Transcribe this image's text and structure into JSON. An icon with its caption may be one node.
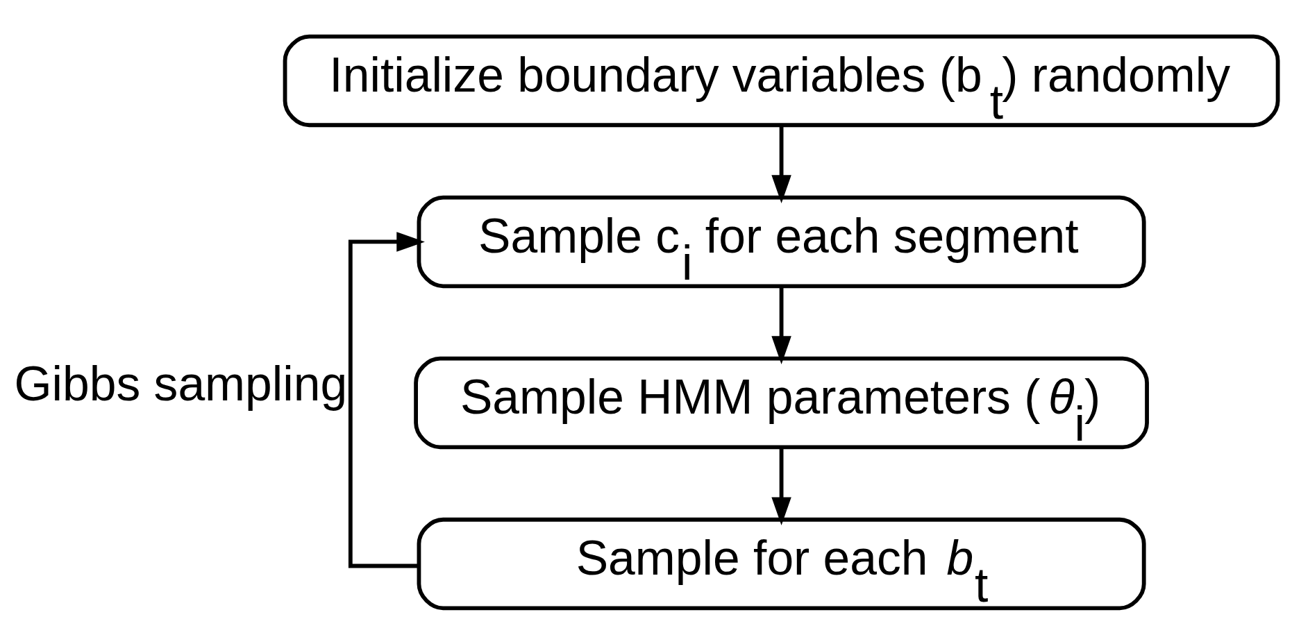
{
  "diagram": {
    "nodes": [
      {
        "text": [
          "Initialize boundary variables (b$_{t}$) randomly"
        ]
      },
      {
        "text": [
          "Sample c$_{i}$ for each segment"
        ]
      },
      {
        "text": [
          "Sample HMM parameters (*θ*$_{i}$)"
        ]
      },
      {
        "text": [
          "Sample for each *b*$_{t}$"
        ]
      }
    ],
    "edges": [
      {
        "from": 0,
        "to": 1,
        "arrow": "to"
      },
      {
        "from": 1,
        "to": 2,
        "arrow": "to"
      },
      {
        "from": 2,
        "to": 3,
        "arrow": "to"
      },
      {
        "from": 3,
        "to": 1,
        "arrow": "to",
        "label": "Gibbs sampling"
      }
    ]
  }
}
